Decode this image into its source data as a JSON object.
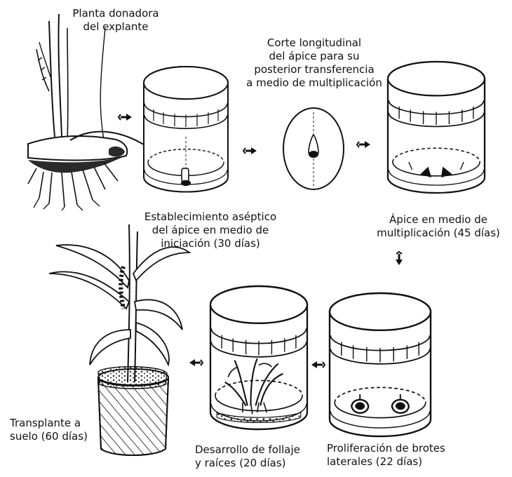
{
  "colors": {
    "ink": "#111111",
    "soil": "#2a2a2a",
    "paper": "#ffffff"
  },
  "steps": [
    {
      "id": "donor",
      "lines": [
        "Planta donadora",
        "del explante"
      ]
    },
    {
      "id": "cut",
      "lines": [
        "Corte longitudinal",
        "del ápice para su",
        "posterior transferencia",
        "a medio de multiplicación"
      ]
    },
    {
      "id": "initiation",
      "lines": [
        "Establecimiento aséptico",
        "del ápice en medio de",
        "iniciación (30 días)"
      ]
    },
    {
      "id": "multiplication",
      "lines": [
        "Ápice en medio de",
        "multiplicación (45 días)"
      ]
    },
    {
      "id": "proliferation",
      "lines": [
        "Proliferación de brotes",
        "laterales (22 días)"
      ]
    },
    {
      "id": "development",
      "lines": [
        "Desarrollo de follaje",
        "y raíces (20 días)"
      ]
    },
    {
      "id": "transplant",
      "lines": [
        "Transplante a",
        "suelo (60 días)"
      ]
    }
  ]
}
